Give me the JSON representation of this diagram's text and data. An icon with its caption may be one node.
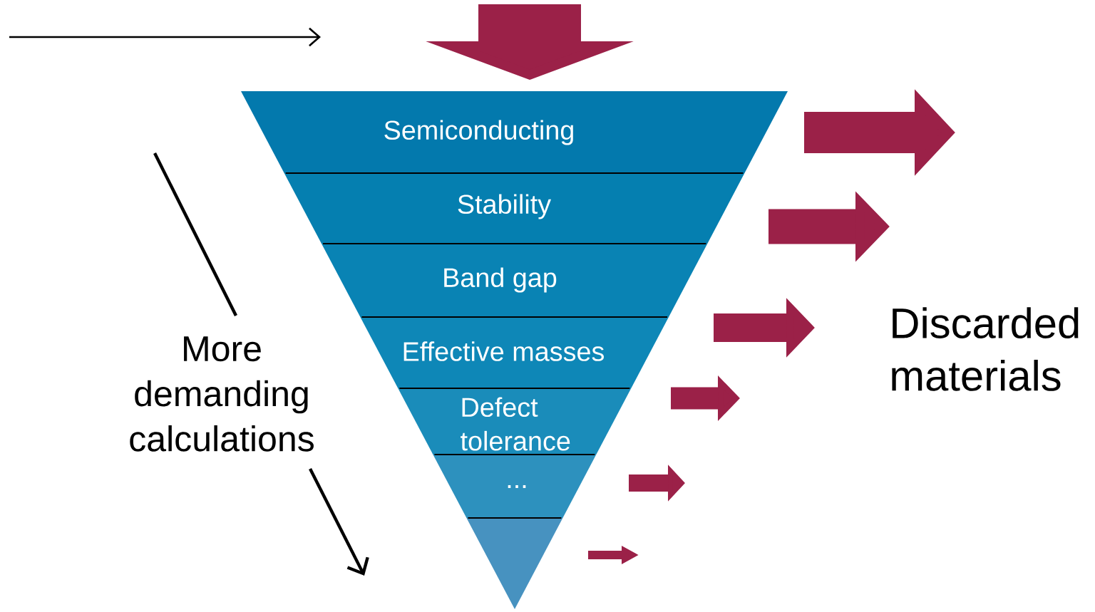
{
  "diagram": {
    "nodes": [
      {
        "text": [
          "Semiconducting"
        ]
      },
      {
        "text": [
          "Stability"
        ]
      },
      {
        "text": [
          "Band gap"
        ]
      },
      {
        "text": [
          "Effective masses"
        ]
      },
      {
        "text": [
          "Defect tolerance"
        ]
      },
      {
        "text": [
          "..."
        ]
      },
      {
        "text": [],
        "shape": "triangle"
      }
    ],
    "labels": [
      "More demanding calculations",
      "Discarded materials"
    ]
  }
}
